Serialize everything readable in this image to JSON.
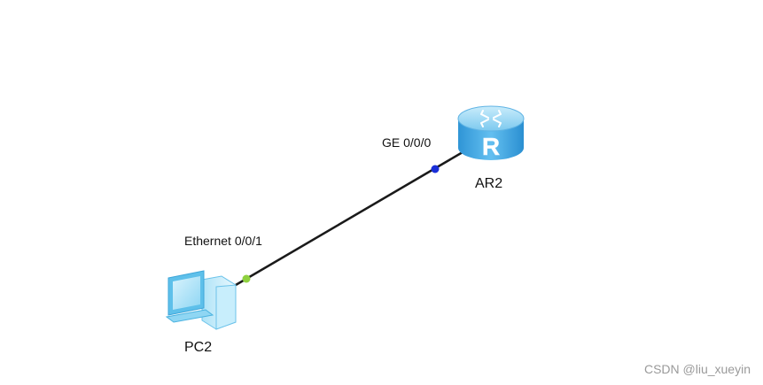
{
  "devices": {
    "router": {
      "name": "AR2",
      "icon": "router-icon",
      "glyph": "R"
    },
    "pc": {
      "name": "PC2",
      "icon": "pc-icon"
    }
  },
  "ports": {
    "router_port": "GE 0/0/0",
    "pc_port": "Ethernet 0/0/1"
  },
  "colors": {
    "link": "#1a1a1a",
    "router_port_dot": "#1a2fd8",
    "pc_port_dot": "#8fd13f",
    "router_body": "#3aa7e6",
    "pc_body": "#7fd0f0"
  },
  "watermark": "CSDN @liu_xueyin"
}
